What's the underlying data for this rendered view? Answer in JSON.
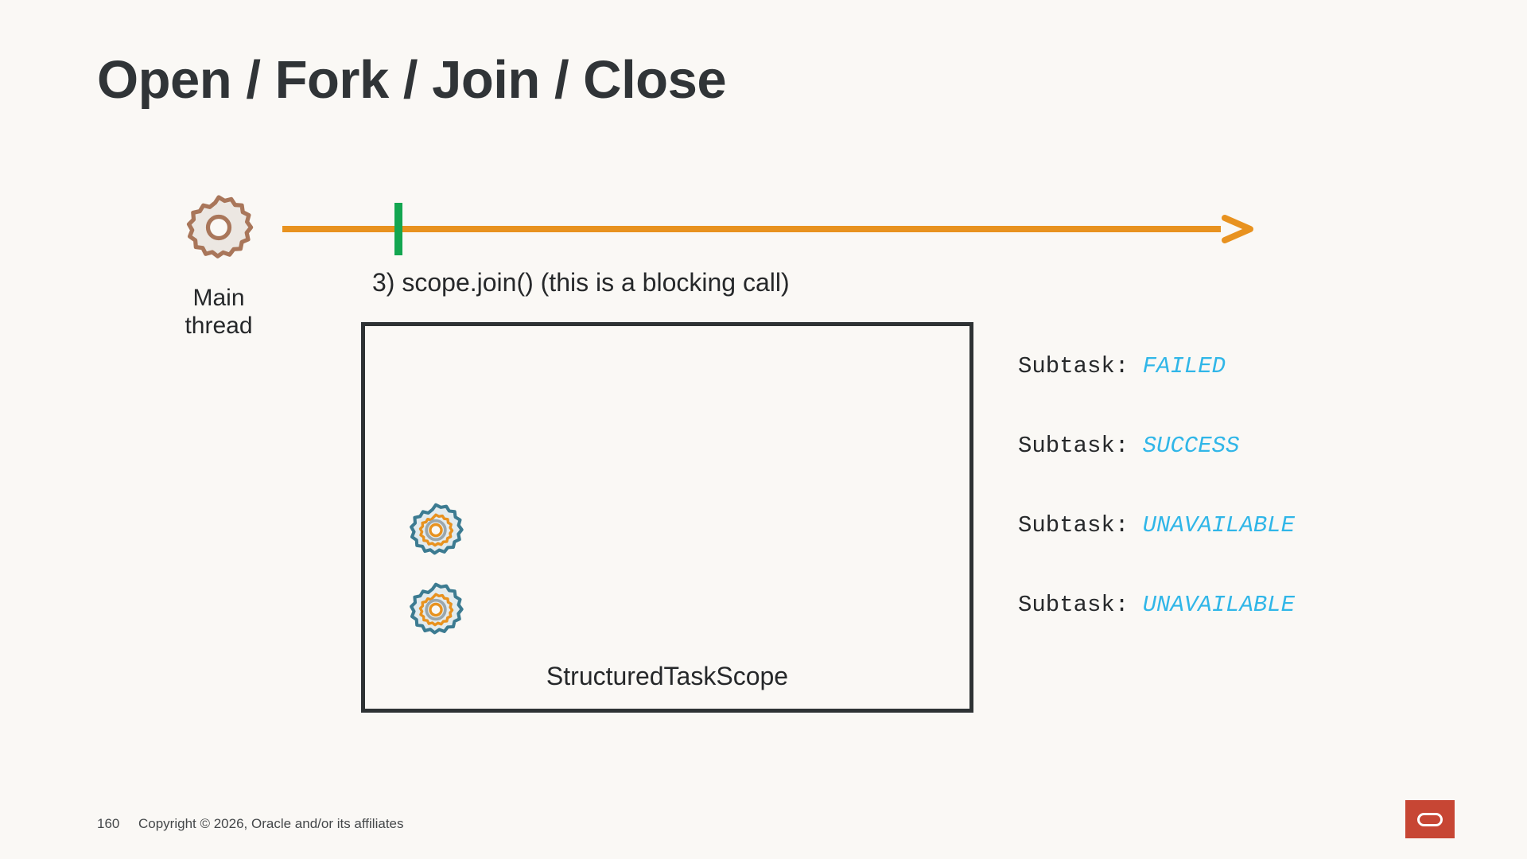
{
  "slide": {
    "title": "Open / Fork / Join / Close",
    "background_color": "#faf8f5"
  },
  "main_thread": {
    "label": "Main\nthread",
    "icon": "gear-icon",
    "icon_colors": {
      "stroke": "#a9765a",
      "fill": "#ece7e2"
    }
  },
  "timeline": {
    "color": "#e8921f",
    "arrow_direction": "right",
    "tick": {
      "color": "#13a650",
      "name": "join-point-marker"
    }
  },
  "caption": {
    "text": "3) scope.join() (this is a blocking call)"
  },
  "scope_box": {
    "label": "StructuredTaskScope",
    "border_color": "#2e3234",
    "subtask_gears": [
      {
        "name": "subtask-gear-1",
        "icon": "gear-icon"
      },
      {
        "name": "subtask-gear-2",
        "icon": "gear-icon"
      }
    ],
    "subtask_gear_colors": {
      "outer_stroke": "#3c7b91",
      "outer_fill": "#e3ebee",
      "inner_ring": "#e8921f",
      "hub_ring": "#9aa7ad",
      "hub_fill": "#faf8f5"
    }
  },
  "status_list": {
    "key_label": "Subtask:",
    "value_color": "#30b6e8",
    "rows": [
      {
        "key": "Subtask:",
        "value": "FAILED"
      },
      {
        "key": "Subtask:",
        "value": "SUCCESS"
      },
      {
        "key": "Subtask:",
        "value": "UNAVAILABLE"
      },
      {
        "key": "Subtask:",
        "value": "UNAVAILABLE"
      }
    ]
  },
  "footer": {
    "page_number": "160",
    "copyright": "Copyright © 2026, Oracle and/or its affiliates",
    "logo": {
      "name": "oracle-logo",
      "color": "#c74634"
    }
  }
}
